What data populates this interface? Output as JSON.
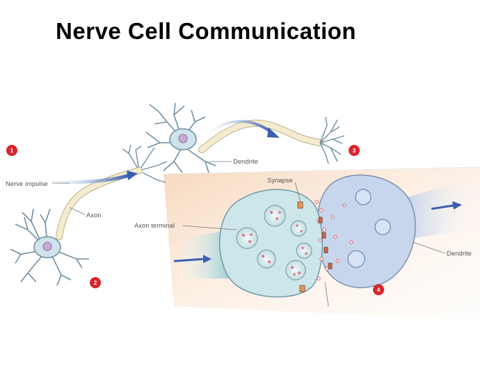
{
  "title": "Nerve Cell Communication",
  "labels": {
    "nerve_impulse": "Nerve impulse",
    "axon": "Axon",
    "dendrite_top": "Dendrite",
    "synapse": "Synapse",
    "axon_terminal": "Axon terminal",
    "dendrite_right": "Dendrite"
  },
  "steps": [
    "1",
    "2",
    "3",
    "4"
  ],
  "colors": {
    "step_badge": "#d9262c",
    "arrow": "#3a5fb0",
    "cell_fill": "#cfe3ec",
    "nucleus": "#c9a9d6",
    "axon_sheath": "#f5ecd0",
    "pre_terminal": "#cde6ea",
    "post_terminal": "#c7d6ec",
    "synapse_zone": "#f6d8bd"
  }
}
